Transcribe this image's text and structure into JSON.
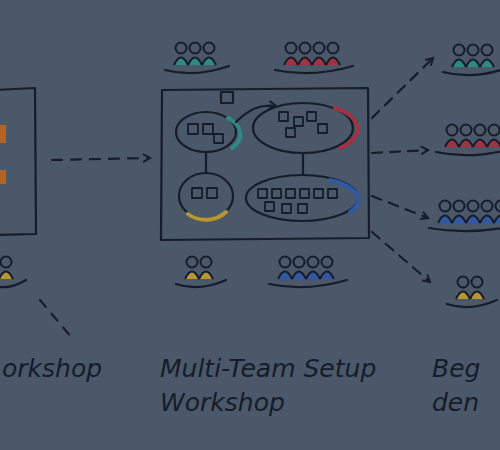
{
  "diagram": {
    "labels": [
      "orkshop",
      "Multi-Team Setup Workshop",
      "Beg den"
    ]
  }
}
